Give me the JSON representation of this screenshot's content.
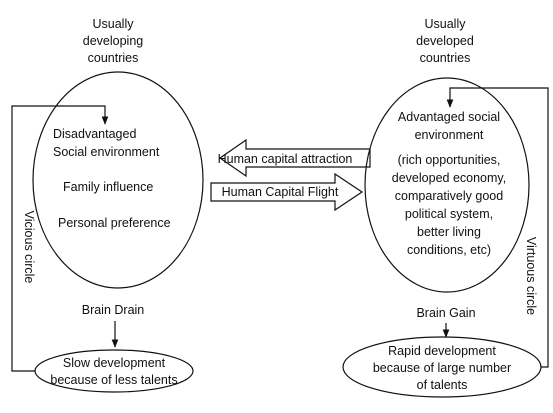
{
  "left_region": {
    "heading_line1": "Usually",
    "heading_line2": "developing",
    "heading_line3": "countries",
    "circle_lines": [
      "Disadvantaged",
      "Social environment",
      "Family influence",
      "Personal preference"
    ],
    "loop_label": "Vicious circle",
    "outcome_label": "Brain Drain",
    "result_line1": "Slow development",
    "result_line2": "because of less talents"
  },
  "right_region": {
    "heading_line1": "Usually",
    "heading_line2": "developed",
    "heading_line3": "countries",
    "circle_lines": [
      "Advantaged social",
      "environment",
      "(rich opportunities,",
      "developed economy,",
      "comparatively good",
      "political system,",
      "better living",
      "conditions, etc)"
    ],
    "loop_label": "Virtuous circle",
    "outcome_label": "Brain Gain",
    "result_line1": "Rapid development",
    "result_line2": "because of large number",
    "result_line3": "of talents"
  },
  "flows": {
    "attraction_label": "Human capital attraction",
    "flight_label": "Human Capital Flight"
  }
}
